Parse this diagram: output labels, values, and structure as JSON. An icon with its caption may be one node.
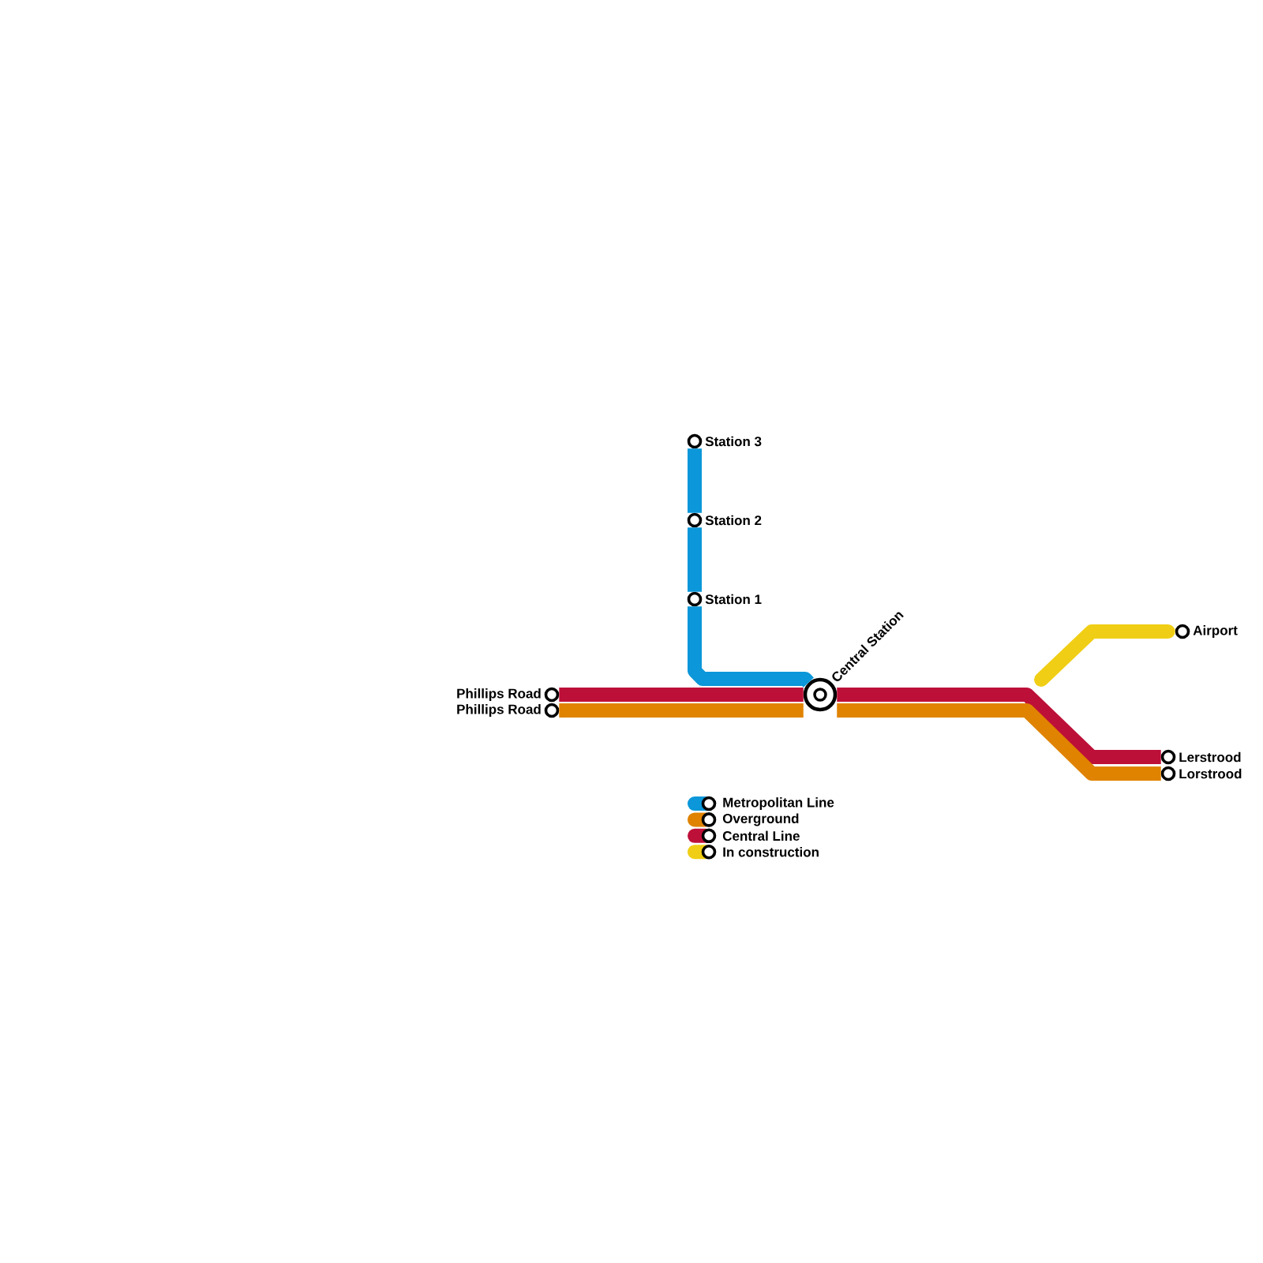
{
  "diagram": {
    "nodes": [
      {
        "text": [],
        "shape": "circle",
        "beside": [
          "Station 3"
        ]
      },
      {
        "text": [],
        "shape": "circle",
        "beside": [
          "Station 2"
        ]
      },
      {
        "text": [],
        "shape": "circle",
        "beside": [
          "Station 1"
        ]
      },
      {
        "text": [],
        "shape": "circle",
        "beside": [
          "Airport"
        ]
      },
      {
        "text": [],
        "shape": "circle",
        "beside": [
          "Central Station"
        ]
      },
      {
        "text": [],
        "shape": "circle",
        "beside": [
          "Phillips Road"
        ]
      },
      {
        "text": [],
        "shape": "circle",
        "beside": [
          "Phillips Road"
        ]
      },
      {
        "text": [],
        "shape": "circle",
        "beside": [
          "Lerstrood"
        ]
      },
      {
        "text": [],
        "shape": "circle",
        "beside": [
          "Lorstrood"
        ]
      }
    ],
    "edges": [
      {
        "from": 0,
        "to": 1,
        "arrow": "none",
        "color": "#0b97d9"
      },
      {
        "from": 1,
        "to": 2,
        "arrow": "none",
        "color": "#0b97d9"
      },
      {
        "from": 2,
        "to": 4,
        "arrow": "none",
        "color": "#0b97d9"
      },
      {
        "from": 5,
        "to": 4,
        "arrow": "none",
        "color": "#bd1038"
      },
      {
        "from": 4,
        "to": 7,
        "arrow": "none",
        "color": "#bd1038"
      },
      {
        "from": 6,
        "to": 4,
        "arrow": "none",
        "color": "#e08300"
      },
      {
        "from": 4,
        "to": 8,
        "arrow": "none",
        "color": "#e08300"
      },
      {
        "from": null,
        "to": 3,
        "arrow": "none",
        "color": "#f0ce15"
      }
    ],
    "legend": [
      {
        "text": "Metropolitan Line",
        "color": "#0b97d9"
      },
      {
        "text": "Overground",
        "color": "#e08300"
      },
      {
        "text": "Central Line",
        "color": "#bd1038"
      },
      {
        "text": "In construction",
        "color": "#f0ce15"
      }
    ]
  }
}
